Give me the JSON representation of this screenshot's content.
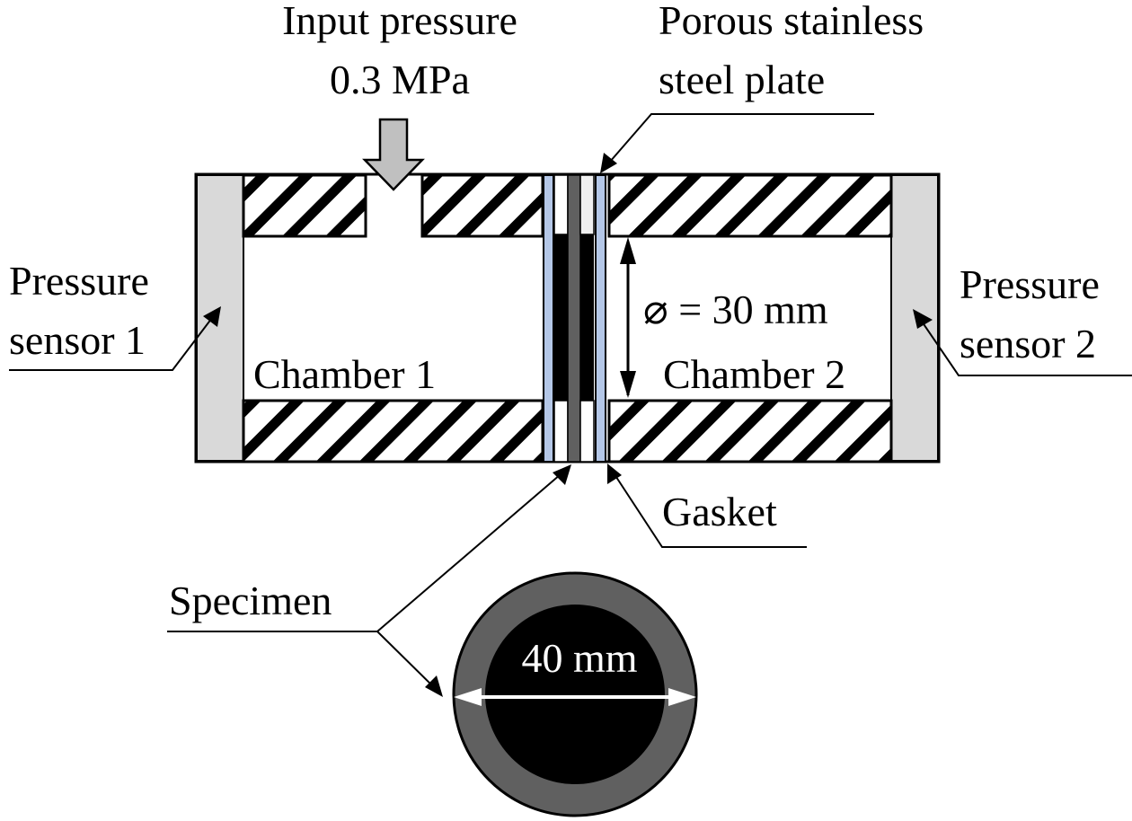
{
  "diagram": {
    "title": "Gas permeability test apparatus cross-section",
    "labels": {
      "input_pressure_line1": "Input pressure",
      "input_pressure_line2": "0.3 MPa",
      "porous_plate_line1": "Porous stainless",
      "porous_plate_line2": "steel plate",
      "sensor1_line1": "Pressure",
      "sensor1_line2": "sensor 1",
      "sensor2_line1": "Pressure",
      "sensor2_line2": "sensor 2",
      "chamber1": "Chamber 1",
      "chamber2": "Chamber 2",
      "chamber_diameter": "⌀ = 30 mm",
      "gasket": "Gasket",
      "specimen": "Specimen",
      "specimen_diameter": "40 mm"
    },
    "colors": {
      "sensor_fill": "#d9d9d9",
      "arrow_fill": "#c0c0c0",
      "porous_plate": "#b4c7e7",
      "gasket": "#606060",
      "specimen": "#000000",
      "hatch": "#000000"
    }
  }
}
